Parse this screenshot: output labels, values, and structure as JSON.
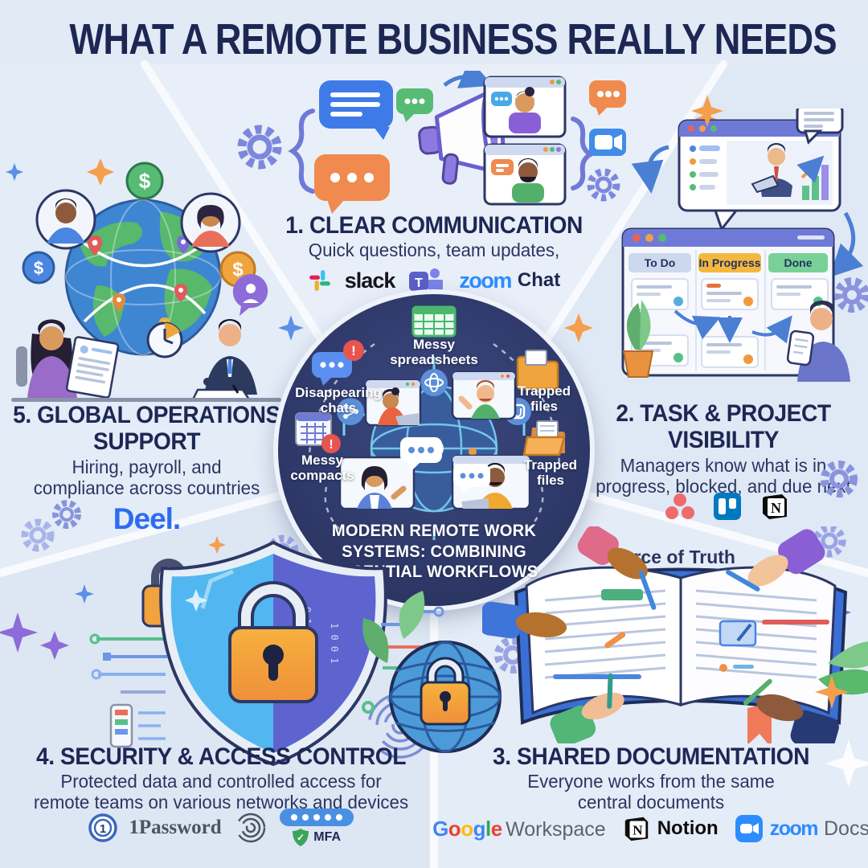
{
  "colors": {
    "bg": "#e2eaf6",
    "navy": "#1d2753",
    "navy2": "#2b3560",
    "circle": "#2f3a68",
    "line": "#f7fafd",
    "zoomblue": "#2d8cff",
    "deelblue": "#2e6bf0",
    "slack-blue": "#36c5f0",
    "slack-green": "#2eb67d",
    "slack-yellow": "#ecb22e",
    "slack-red": "#e01e5a",
    "teams": "#5b5fc7",
    "trello": "#0079bf",
    "asana": "#f06a6a",
    "g-blue": "#4285f4",
    "g-red": "#ea4335",
    "g-yellow": "#fbbc05",
    "g-green": "#34a853",
    "grey": "#5f6368",
    "accent-orange": "#f59e4c",
    "accent-green": "#56bb7f",
    "periwinkle": "#7d88dd",
    "lightblue": "#bcd7f2"
  },
  "title": "WHAT A REMOTE BUSINESS REALLY NEEDS",
  "communication": {
    "heading": "1. CLEAR COMMUNICATION",
    "subtitle": "Quick questions, team updates,",
    "slack": "slack",
    "teams_letter": "T",
    "zoom": "zoom",
    "chat": "Chat"
  },
  "task": {
    "heading_line1": "2. TASK & PROJECT",
    "heading_line2": "VISIBILITY",
    "subtitle_line1": "Managers know what is in",
    "subtitle_line2": "progress, blocked, and due next",
    "kanban": {
      "col1": "To Do",
      "col2": "In Progress",
      "col3": "Done"
    }
  },
  "documentation": {
    "heading": "3. SHARED DOCUMENTATION",
    "subtitle_line1": "Everyone works from the same",
    "subtitle_line2": "central documents",
    "source_of_truth": "Source of Truth",
    "google_l1": "G",
    "google_l2": "o",
    "google_l3": "o",
    "google_l4": "g",
    "google_l5": "l",
    "google_l6": "e",
    "workspace": "Workspace",
    "notion": "Notion",
    "zoom": "zoom",
    "docs": "Docs"
  },
  "security": {
    "heading": "4. SECURITY & ACCESS CONTROL",
    "subtitle_line1": "Protected data and controlled access for",
    "subtitle_line2": "remote teams on various networks and devices",
    "onepassword": "1Password",
    "mfa": "MFA"
  },
  "global_ops": {
    "heading_line1": "5. GLOBAL OPERATIONS",
    "heading_line2": "SUPPORT",
    "subtitle_line1": "Hiring, payroll, and",
    "subtitle_line2": "compliance across countries",
    "deel": "Deel."
  },
  "center": {
    "caption_line1": "MODERN REMOTE WORK",
    "caption_line2": "SYSTEMS: COMBINING",
    "caption_line3": "ESSENTIAL WORKFLOWS",
    "label_spreadsheets": "Messy spreadsheets",
    "label_chats": "Disappearing chats",
    "label_compacts": "Messy compacts",
    "label_trapped_top": "Trapped files",
    "label_trapped_bottom": "Trapped files"
  },
  "icons": {
    "dollar_sign": "$",
    "exclamation_mark": "!",
    "checkmark": "✓",
    "notion_letter": "N",
    "one_password_digit": "1",
    "down_arrow": "↓",
    "binary_col1": "0 1 1 0 1",
    "binary_col2": "1 0 0 1"
  }
}
